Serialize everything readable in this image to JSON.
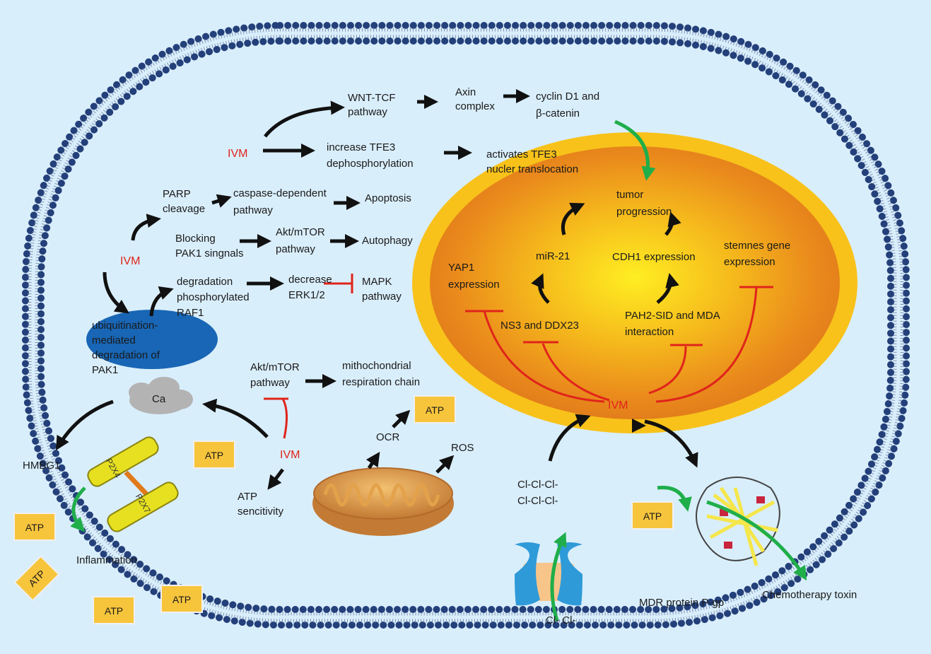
{
  "colors": {
    "background": "#d9eefb",
    "membrane_head": "#24407a",
    "nucleus_outer": "#f8c21a",
    "nucleus_inner": "#f0a020",
    "ivm_text": "#e0241b",
    "inhibit": "#e0241b",
    "arrow": "#111111",
    "green_arrow": "#1fae4a",
    "atp_box": "#f7c53c",
    "blue_blob": "#1866b5"
  },
  "labels": {
    "wnt_tcf": [
      "WNT-TCF",
      "pathway"
    ],
    "axin": [
      "Axin",
      "complex"
    ],
    "cyclin": [
      "cyclin D1 and",
      "β-catenin"
    ],
    "ivm_top": "IVM",
    "tfe3_dephos": [
      "increase TFE3",
      "dephosphorylation"
    ],
    "tfe3_activates": [
      "activates TFE3",
      "nucler translocation"
    ],
    "parp": [
      "PARP",
      "cleavage"
    ],
    "caspase": [
      "caspase-dependent",
      "pathway"
    ],
    "apoptosis": "Apoptosis",
    "ivm_left": "IVM",
    "blocking_pak1": [
      "Blocking",
      "PAK1 singnals"
    ],
    "akt_mtor_1": [
      "Akt/mTOR",
      "pathway"
    ],
    "autophagy": "Autophagy",
    "degradation_raf1": [
      "degradation",
      "phosphorylated",
      "RAF1"
    ],
    "decrease_erk": [
      "decrease",
      "ERK1/2"
    ],
    "mapk": [
      "MAPK",
      "pathway"
    ],
    "ubiquitination": [
      "ubiquitination-",
      "mediated",
      "degradation of",
      "PAK1"
    ],
    "akt_mtor_2": [
      "Akt/mTOR",
      "pathway"
    ],
    "mito_chain": [
      "mithochondrial",
      "respiration chain"
    ],
    "ca": "Ca",
    "hmbg1": "HMBG1",
    "p2x": [
      "P2X4",
      "P2X7"
    ],
    "ivm_lower": "IVM",
    "atp_sens": [
      "ATP",
      "sencitivity"
    ],
    "ocr": "OCR",
    "ros": "ROS",
    "inflammation": "Inflammation",
    "chloride_top": [
      "Cl-Cl-Cl-",
      "Cl-Cl-Cl-"
    ],
    "chloride_bottom": "Cl- Cl-",
    "mdr": "MDR protein P-gp",
    "chemo": "Chemotherapy toxin",
    "tumor": [
      "tumor",
      "progression"
    ],
    "mir21": "miR-21",
    "cdh1": "CDH1 expression",
    "stemnes": [
      "stemnes gene",
      "expression"
    ],
    "yap1": [
      "YAP1",
      "expression"
    ],
    "ns3": "NS3 and DDX23",
    "pah2": [
      "PAH2-SID and MDA",
      "interaction"
    ],
    "ivm_nucleus": "IVM",
    "atp": "ATP"
  }
}
